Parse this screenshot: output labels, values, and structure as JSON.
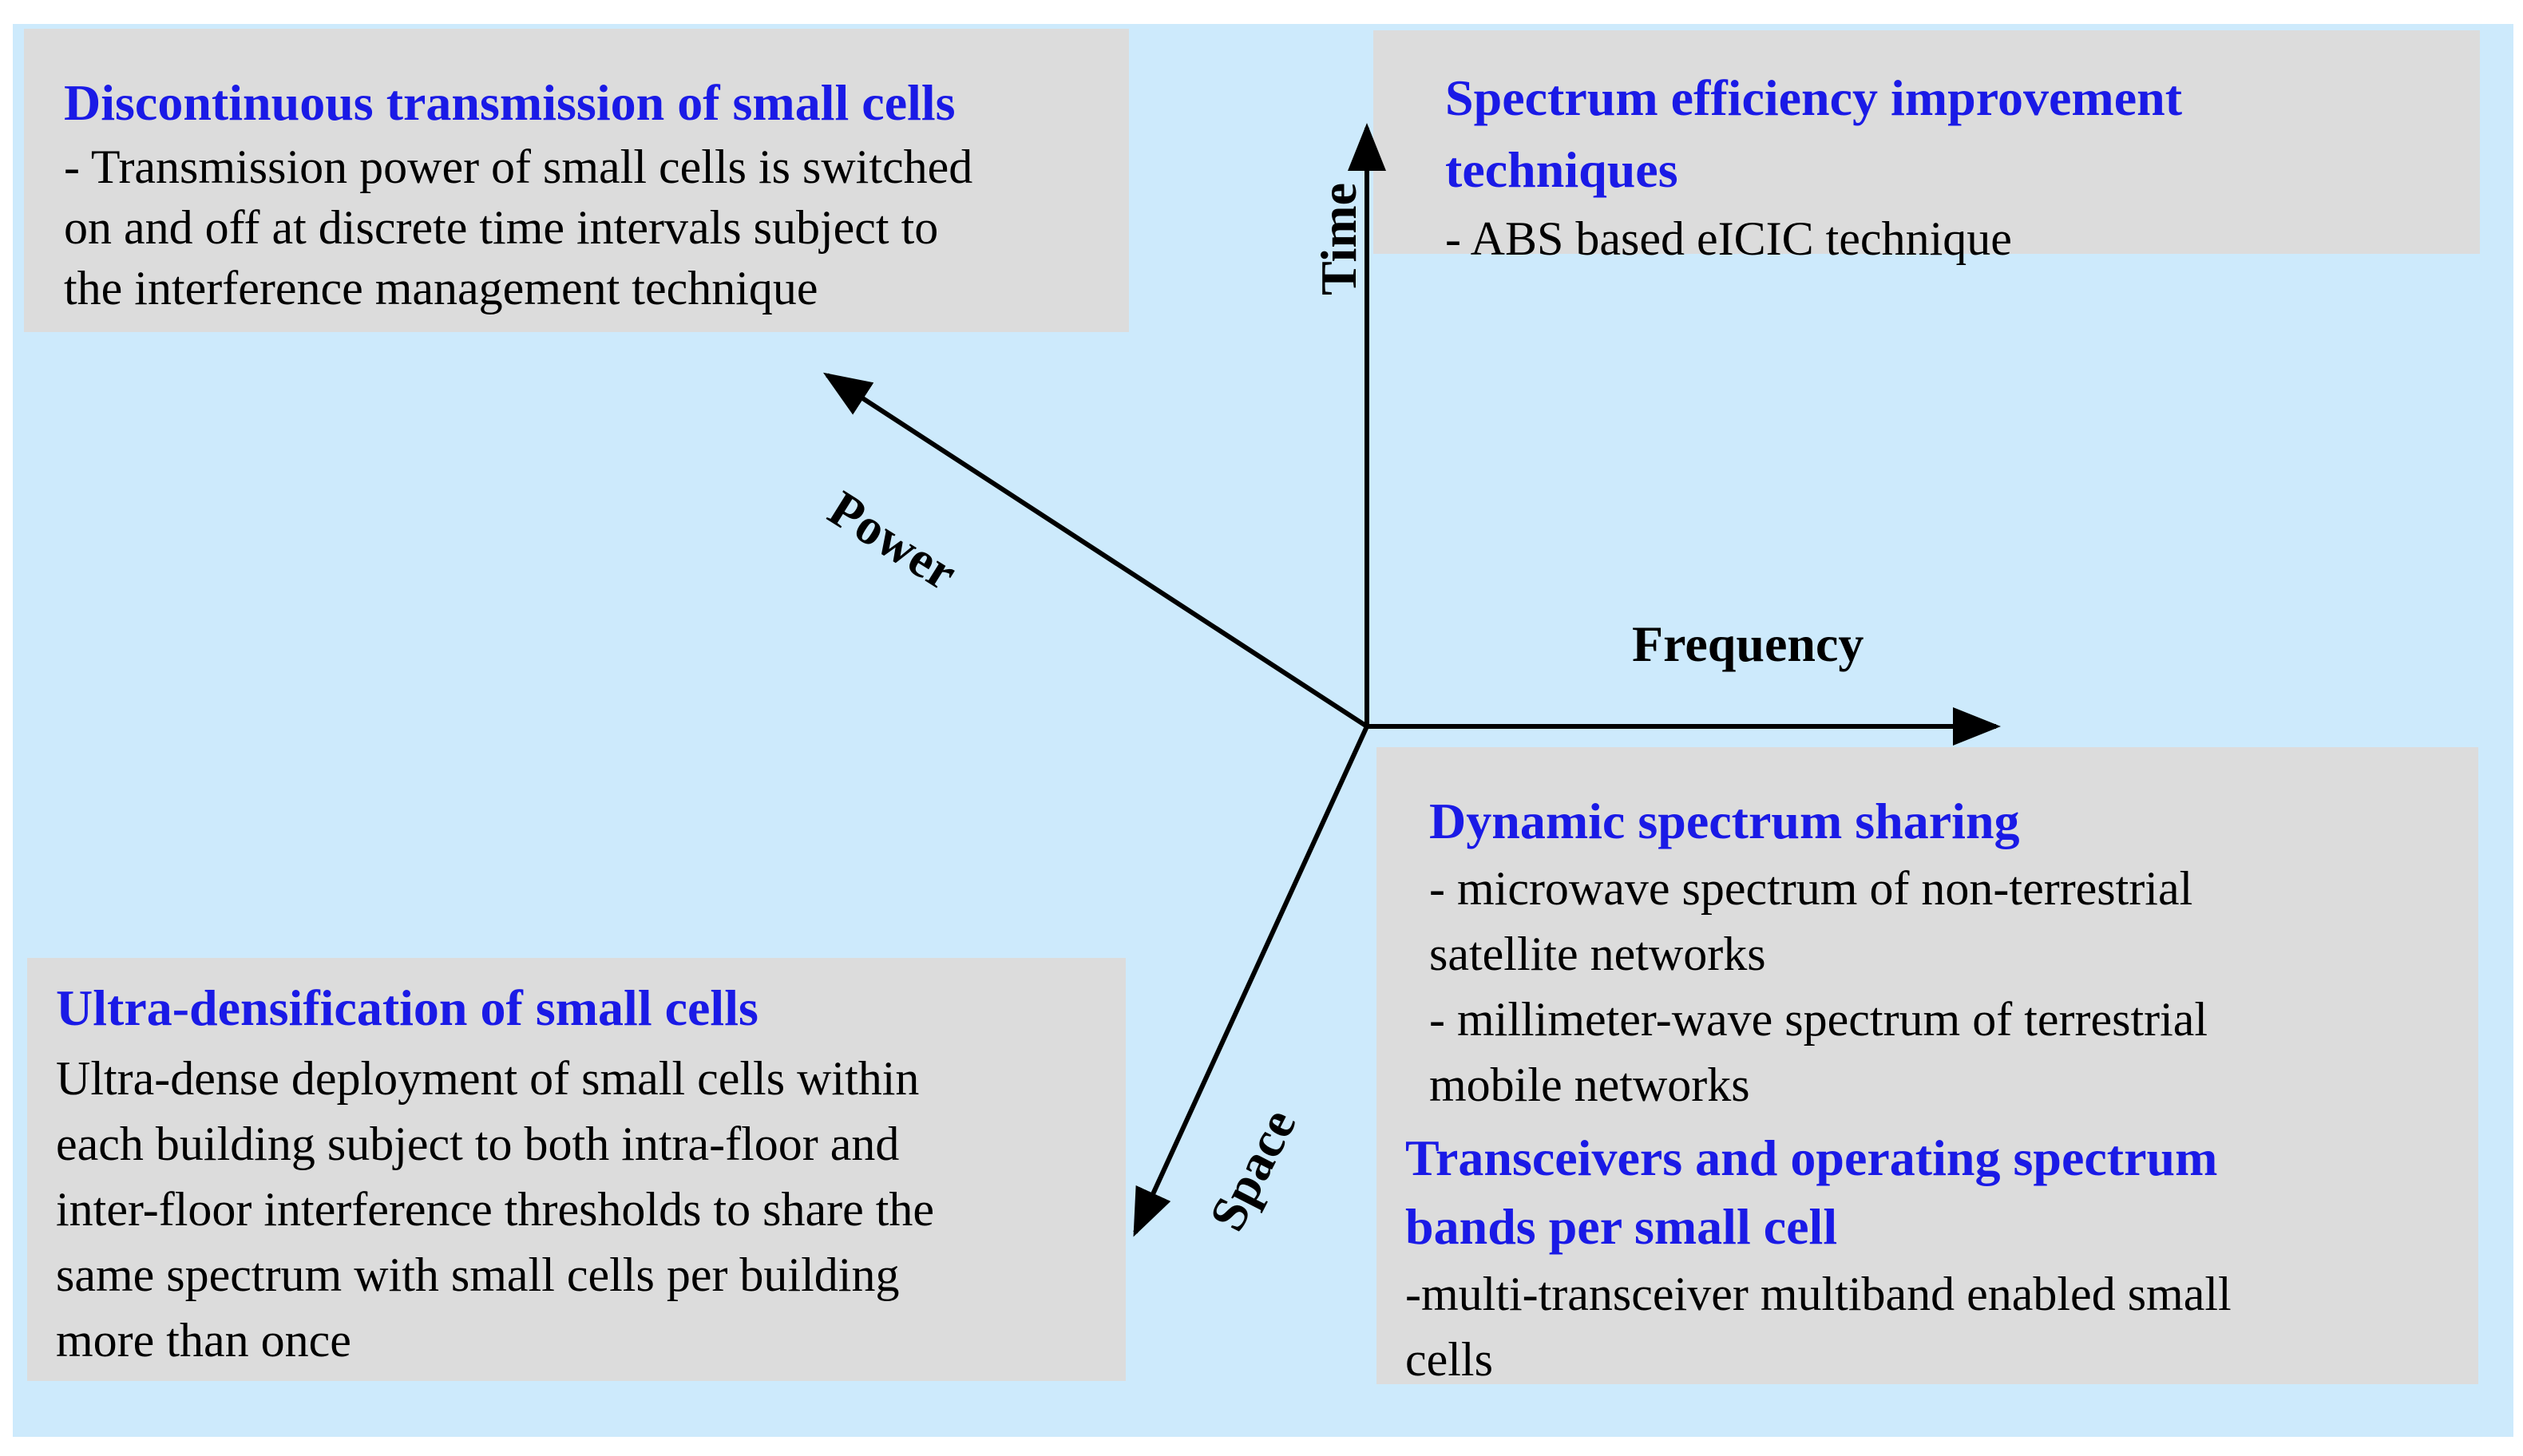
{
  "colors": {
    "background": "#cdeafc",
    "box_fill": "#dcdcdc",
    "title_blue": "#1a1ae6",
    "axis": "#000000"
  },
  "axes": {
    "time": "Time",
    "power": "Power",
    "frequency": "Frequency",
    "space": "Space"
  },
  "boxes": {
    "discontinuous": {
      "title": "Discontinuous transmission of small cells",
      "lines": [
        "- Transmission power of small cells is switched",
        "on and off at discrete time intervals subject to",
        "the interference management technique"
      ]
    },
    "spectrum_efficiency": {
      "title_lines": [
        "Spectrum efficiency improvement",
        "techniques"
      ],
      "lines": [
        "- ABS based eICIC technique"
      ]
    },
    "ultra_densification": {
      "title": "Ultra-densification of small cells",
      "lines": [
        "Ultra-dense deployment of small cells within",
        "each building subject to both intra-floor and",
        "inter-floor interference thresholds to share the",
        "same spectrum with small cells per building",
        "more than once"
      ]
    },
    "dynamic_sharing": {
      "title": "Dynamic spectrum sharing",
      "lines": [
        "- microwave spectrum of non-terrestrial",
        "satellite networks",
        "- millimeter-wave spectrum of terrestrial",
        "mobile networks"
      ],
      "sub_title_lines": [
        "Transceivers and operating spectrum",
        "bands per small cell"
      ],
      "sub_lines": [
        "-multi-transceiver multiband enabled small",
        "cells"
      ]
    }
  }
}
